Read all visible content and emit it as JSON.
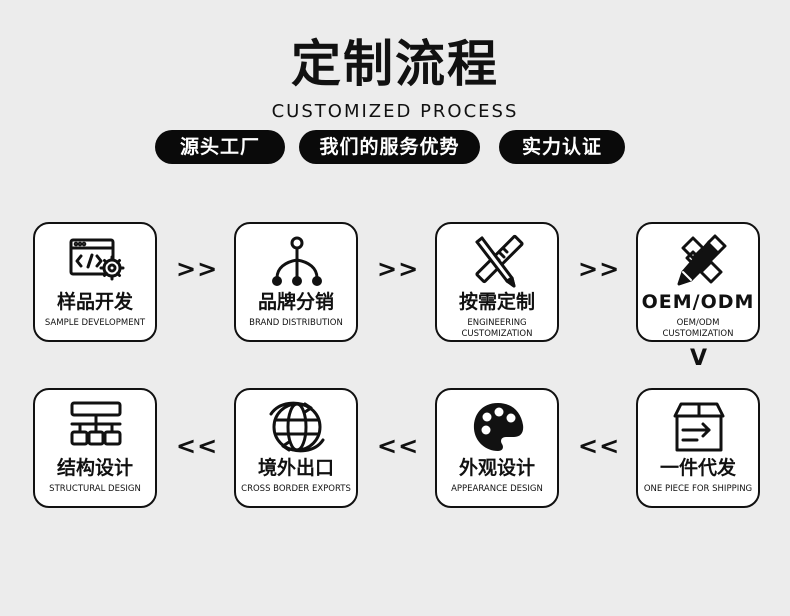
{
  "header": {
    "title": "定制流程",
    "subtitle": "CUSTOMIZED PROCESS"
  },
  "tags": [
    "源头工厂",
    "我们的服务优势",
    "实力认证"
  ],
  "steps": [
    {
      "cn": "样品开发",
      "en": "SAMPLE DEVELOPMENT",
      "icon": "code-settings-icon"
    },
    {
      "cn": "品牌分销",
      "en": "BRAND DISTRIBUTION",
      "icon": "distribution-network-icon"
    },
    {
      "cn": "按需定制",
      "en1": "ENGINEERING",
      "en2": "CUSTOMIZATION",
      "icon": "pencil-ruler-icon"
    },
    {
      "cn": "OEM/ODM",
      "en1": "OEM/ODM",
      "en2": "CUSTOMIZATION",
      "icon": "pencil-edit-icon"
    },
    {
      "cn": "一件代发",
      "en": "ONE PIECE FOR SHIPPING",
      "icon": "box-shipping-icon"
    },
    {
      "cn": "外观设计",
      "en": "APPEARANCE DESIGN",
      "icon": "palette-icon"
    },
    {
      "cn": "境外出口",
      "en": "CROSS BORDER EXPORTS",
      "icon": "globe-export-icon"
    },
    {
      "cn": "结构设计",
      "en": "STRUCTURAL DESIGN",
      "icon": "structure-layout-icon"
    }
  ],
  "arrows": {
    "forward": ">>",
    "backward": "<<",
    "down": "V"
  },
  "colors": {
    "background": "#ececec",
    "dark": "#0a0a0a",
    "card": "#ffffff"
  }
}
